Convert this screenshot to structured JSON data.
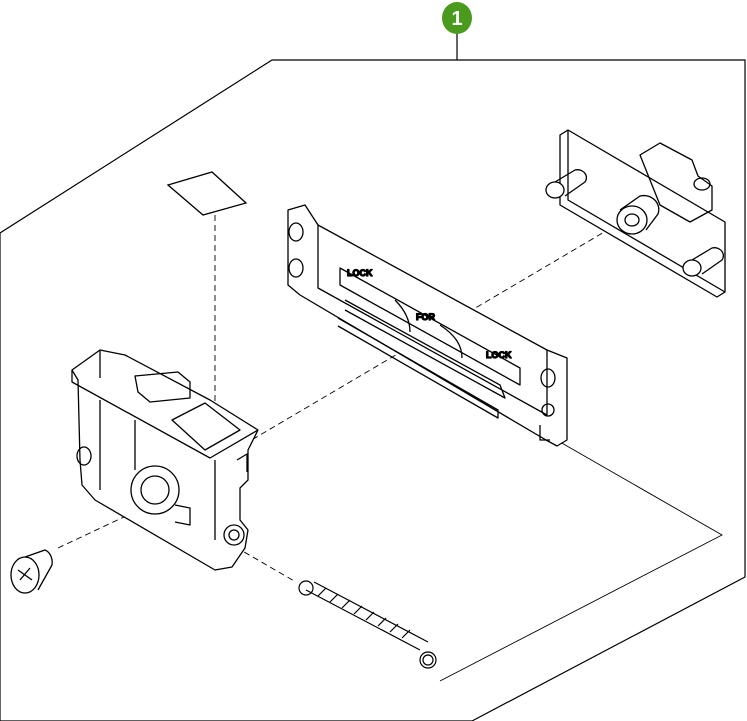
{
  "callout": {
    "number": "1",
    "color": "#4a9a1e"
  },
  "labels": {
    "lock_left": "LOCK",
    "lock_right": "LOCK",
    "lock_center": "FOR"
  },
  "colors": {
    "line": "#000000",
    "background": "#ffffff"
  }
}
